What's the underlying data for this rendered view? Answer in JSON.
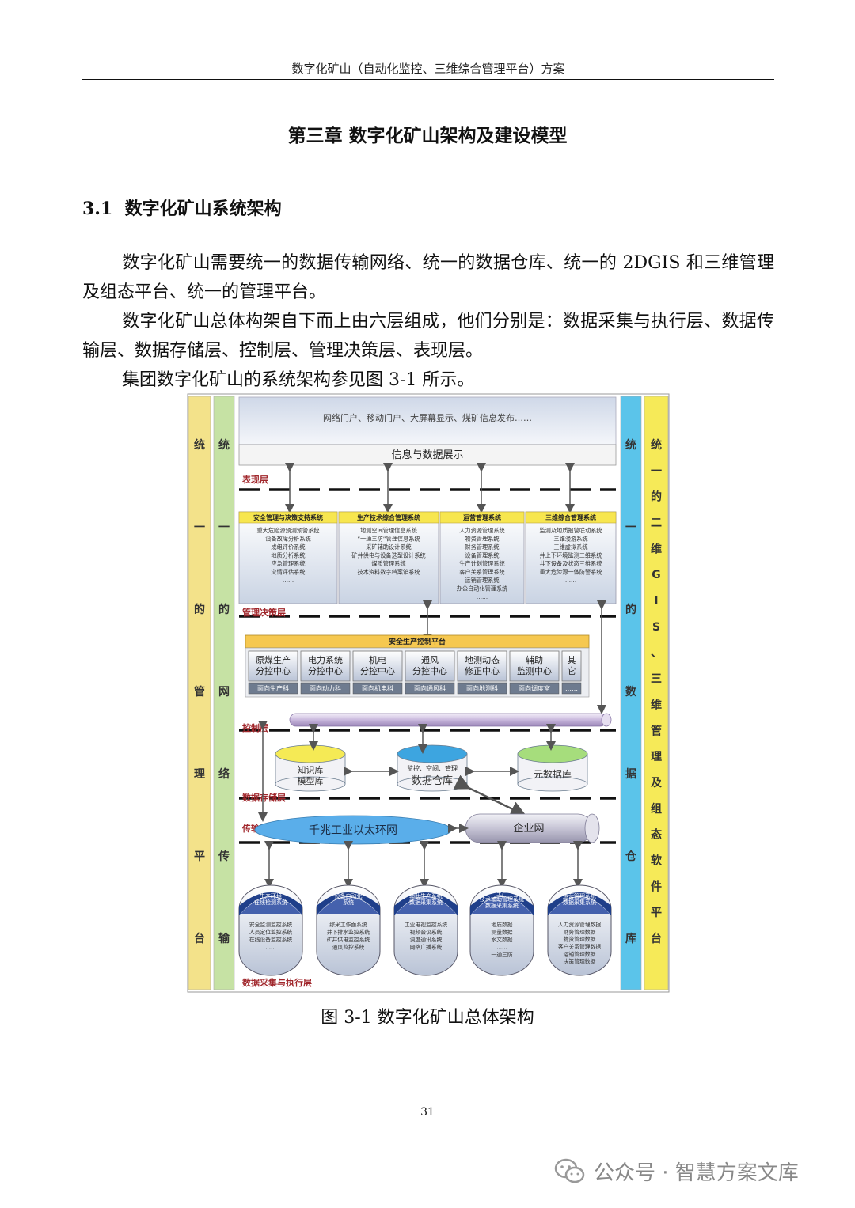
{
  "header": {
    "title": "数字化矿山（自动化监控、三维综合管理平台）方案"
  },
  "chapter_title": "第三章  数字化矿山架构及建设模型",
  "section": {
    "number": "3.1",
    "title": "数字化矿山系统架构"
  },
  "paragraphs": [
    "数字化矿山需要统一的数据传输网络、统一的数据仓库、统一的 2DGIS 和三维管理及组态平台、统一的管理平台。",
    "数字化矿山总体构架自下而上由六层组成，他们分别是：数据采集与执行层、数据传输层、数据存储层、控制层、管理决策层、表现层。",
    "集团数字化矿山的系统架构参见图 3-1 所示。"
  ],
  "figure": {
    "left_columns": [
      {
        "chars": [
          "统",
          "一",
          "的",
          "管",
          "理",
          "平",
          "台"
        ],
        "color": "#f3e28a"
      },
      {
        "chars": [
          "统",
          "一",
          "的",
          "网",
          "络",
          "传",
          "输"
        ],
        "color": "#c6e2a4"
      }
    ],
    "right_columns": [
      {
        "chars": [
          "统",
          "一",
          "的",
          "数",
          "据",
          "仓",
          "库"
        ],
        "color": "#5bc4ea"
      },
      {
        "chars": [
          "统",
          "一",
          "的",
          "二",
          "维",
          "G",
          "I",
          "S",
          "、",
          "三",
          "维",
          "管",
          "理",
          "及",
          "组",
          "态",
          "软",
          "件",
          "平",
          "台"
        ],
        "color": "#f6ea58"
      }
    ],
    "layers": [
      "表现层",
      "管理决策层",
      "控制层",
      "数据存储层",
      "传输层",
      "数据采集与执行层"
    ],
    "presentation": {
      "portal": "网络门户、移动门户、大屏幕显示、煤矿信息发布……",
      "display": "信息与数据展示"
    },
    "management_systems": [
      {
        "title": "安全管理与决策支持系统",
        "items": [
          "重大危险源预测预警系统",
          "设备故障分析系统",
          "成组评价系统",
          "地质分析系统",
          "应急管理系统",
          "灾情评估系统",
          "……"
        ]
      },
      {
        "title": "生产技术综合管理系统",
        "items": [
          "地测空间管理信息系统",
          "“一通三防”管理信息系统",
          "采矿辅助设计系统",
          "矿井供电与设备选型设计系统",
          "煤质管理系统",
          "技术资料数字档案馆系统"
        ]
      },
      {
        "title": "运营管理系统",
        "items": [
          "人力资源管理系统",
          "物资管理系统",
          "财务管理系统",
          "设备管理系统",
          "生产计划管理系统",
          "客户关系管理系统",
          "运销管理系统",
          "办公自动化管理系统",
          "……"
        ]
      },
      {
        "title": "三维综合管理系统",
        "items": [
          "监测及地质报警联动系统",
          "三维漫游系统",
          "三维虚拟系统",
          "井上下环境监测三维系统",
          "井下设备及状态三维系统",
          "重大危险源一体防警系统",
          "……"
        ]
      }
    ],
    "control_platform": {
      "title": "安全生产控制平台",
      "centers": [
        {
          "name": "原煤生产\n分控中心",
          "dept": "面向生产科"
        },
        {
          "name": "电力系统\n分控中心",
          "dept": "面向动力科"
        },
        {
          "name": "机电\n分控中心",
          "dept": "面向机电科"
        },
        {
          "name": "通风\n分控中心",
          "dept": "面向通风科"
        },
        {
          "name": "地测动态\n修正中心",
          "dept": "面向地测科"
        },
        {
          "name": "辅助\n监测中心",
          "dept": "面向调度室"
        },
        {
          "name": "其\n它",
          "dept": "……"
        }
      ]
    },
    "storage": {
      "knowledge": "知识库\n模型库",
      "warehouse_top": "监控、空间、管理",
      "warehouse": "数据仓库",
      "metadata": "元数据库"
    },
    "networks": {
      "ethernet": "千兆工业以太环网",
      "enterprise": "企业网"
    },
    "collection_systems": [
      {
        "title": "生产环境\n在线检测系统",
        "items": [
          "安全监测监控系统",
          "人员定位监控系统",
          "在线设备监控系统",
          "……"
        ]
      },
      {
        "title": "设备自动化\n系统",
        "items": [
          "综采工作面系统",
          "井下排水监控系统",
          "矿井供电监控系统",
          "通风监控系统",
          "……"
        ]
      },
      {
        "title": "辅助生产系统\n数据采集系统",
        "items": [
          "工业电视监控系统",
          "视频会议系统",
          "调度通讯系统",
          "网络广播系统",
          "……"
        ]
      },
      {
        "title": "生产\n技术辅助管理系统\n数据采集系统",
        "items": [
          "地质数据",
          "测量数据",
          "水文数据",
          "……",
          "一通三防"
        ]
      },
      {
        "title": "运营管理系统\n数据采集系统",
        "items": [
          "人力资源管理数据",
          "财务管理数据",
          "物资管理数据",
          "客户关系管理数据",
          "运销管理数据",
          "决策管理数据"
        ]
      }
    ]
  },
  "figure_caption": "图 3-1  数字化矿山总体架构",
  "page_number": "31",
  "watermark": "公众号 · 智慧方案文库"
}
